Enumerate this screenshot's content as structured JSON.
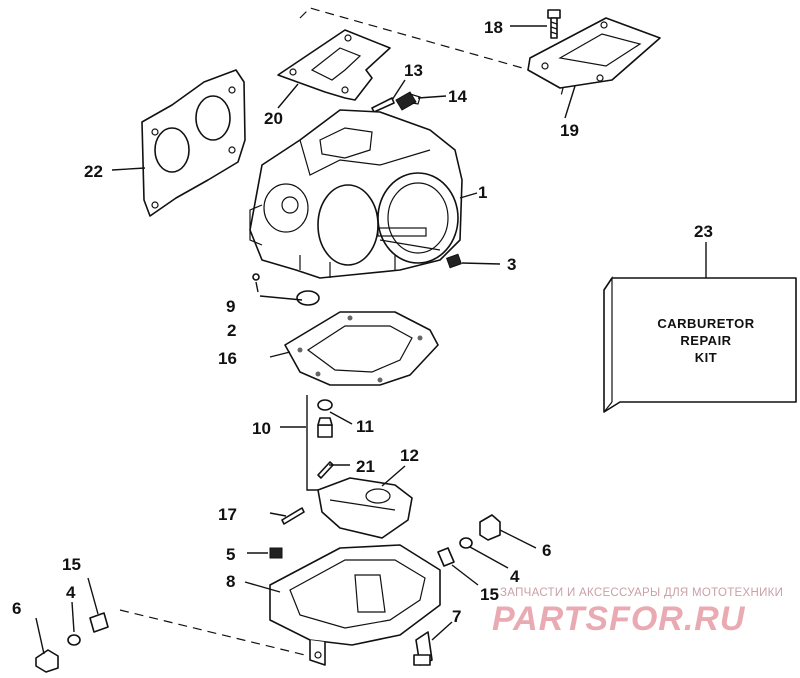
{
  "callouts": [
    {
      "id": "c1",
      "label": "1"
    },
    {
      "id": "c2",
      "label": "2"
    },
    {
      "id": "c3",
      "label": "3"
    },
    {
      "id": "c4a",
      "label": "4"
    },
    {
      "id": "c4b",
      "label": "4"
    },
    {
      "id": "c5",
      "label": "5"
    },
    {
      "id": "c6a",
      "label": "6"
    },
    {
      "id": "c6b",
      "label": "6"
    },
    {
      "id": "c7",
      "label": "7"
    },
    {
      "id": "c8",
      "label": "8"
    },
    {
      "id": "c9",
      "label": "9"
    },
    {
      "id": "c10",
      "label": "10"
    },
    {
      "id": "c11",
      "label": "11"
    },
    {
      "id": "c12",
      "label": "12"
    },
    {
      "id": "c13",
      "label": "13"
    },
    {
      "id": "c14",
      "label": "14"
    },
    {
      "id": "c15a",
      "label": "15"
    },
    {
      "id": "c15b",
      "label": "15"
    },
    {
      "id": "c16",
      "label": "16"
    },
    {
      "id": "c17",
      "label": "17"
    },
    {
      "id": "c18",
      "label": "18"
    },
    {
      "id": "c19",
      "label": "19"
    },
    {
      "id": "c20",
      "label": "20"
    },
    {
      "id": "c21",
      "label": "21"
    },
    {
      "id": "c22",
      "label": "22"
    },
    {
      "id": "c23",
      "label": "23"
    }
  ],
  "kit_box": {
    "line1": "CARBURETOR",
    "line2": "REPAIR",
    "line3": "KIT"
  },
  "watermark": {
    "tagline": "ЗАПЧАСТИ И АКСЕССУАРЫ ДЛЯ МОТОТЕХНИКИ",
    "brand": "PARTSFOR.RU"
  }
}
